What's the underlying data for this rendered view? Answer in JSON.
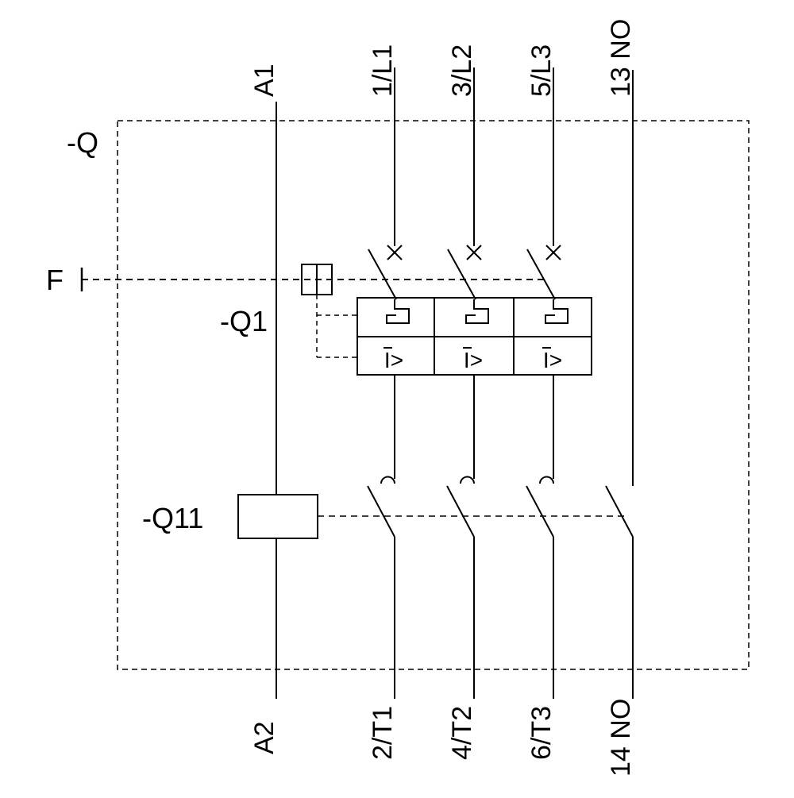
{
  "diagram": {
    "type": "electrical-schematic",
    "description_visible_only": false
  },
  "colors": {
    "line": "#000000",
    "background": "#ffffff"
  },
  "labels": {
    "device": "-Q",
    "release": "F",
    "breaker": "-Q1",
    "contactor": "-Q11",
    "terminal_a1": "A1",
    "terminal_a2": "A2",
    "terminal_1l1": "1/L1",
    "terminal_3l2": "3/L2",
    "terminal_5l3": "5/L3",
    "terminal_2t1": "2/T1",
    "terminal_4t2": "4/T2",
    "terminal_6t3": "6/T3",
    "terminal_13no": "13 NO",
    "terminal_14no": "14 NO",
    "overcurrent_symbol": "I>"
  }
}
